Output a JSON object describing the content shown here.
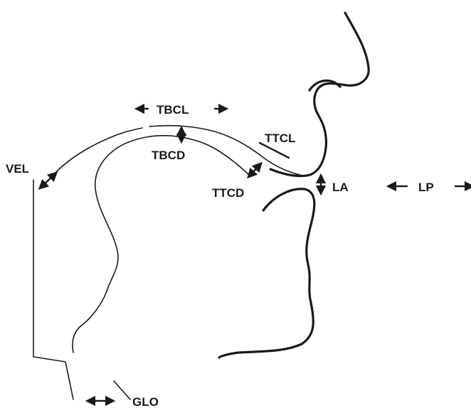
{
  "labels": {
    "tbcl": "TBCL",
    "ttcl": "TTCL",
    "tbcd": "TBCD",
    "ttcd": "TTCD",
    "vel": "VEL",
    "la": "LA",
    "lp": "LP",
    "glo": "GLO"
  },
  "colors": {
    "ink": "#1a1a1a",
    "background": "#ffffff"
  }
}
